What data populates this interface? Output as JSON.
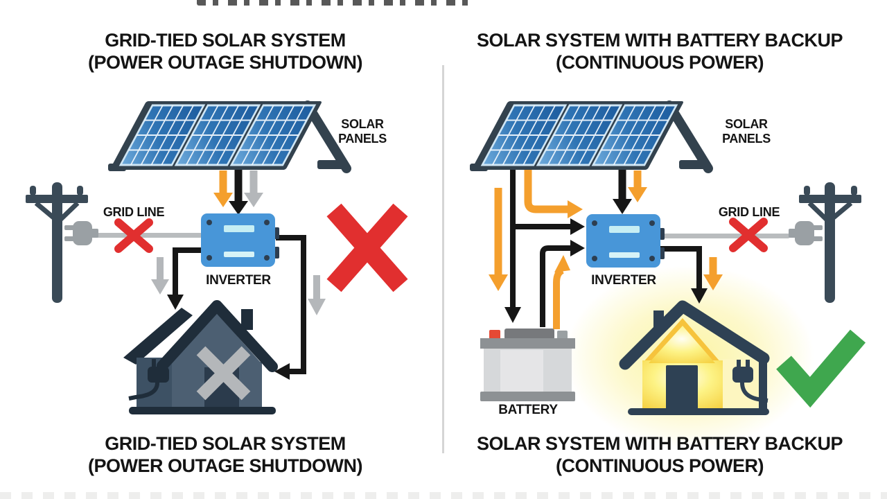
{
  "left": {
    "title_line1": "GRID-TIED SOLAR SYSTEM",
    "title_line2": "(POWER OUTAGE SHUTDOWN)",
    "caption_line1": "GRID-TIED SOLAR SYSTEM",
    "caption_line2": "(POWER OUTAGE SHUTDOWN)",
    "solar_panels_label_line1": "SOLAR",
    "solar_panels_label_line2": "PANELS",
    "grid_line_label": "GRID LINE",
    "inverter_label": "INVERTER",
    "status_icon": "big-red-x",
    "house_status_icon": "gray-x-no-power"
  },
  "right": {
    "title_line1": "SOLAR SYSTEM WITH BATTERY BACKUP",
    "title_line2": "(CONTINUOUS POWER)",
    "caption_line1": "SOLAR SYSTEM WITH BATTERY BACKUP",
    "caption_line2": "(CONTINUOUS POWER)",
    "solar_panels_label_line1": "SOLAR",
    "solar_panels_label_line2": "PANELS",
    "grid_line_label": "GRID LINE",
    "inverter_label": "INVERTER",
    "battery_label": "BATTERY",
    "status_icon": "green-checkmark"
  },
  "colors": {
    "flow_orange": "#F49F2D",
    "flow_black": "#161616",
    "inactive_gray": "#B4B7BA",
    "error_red": "#E12F2F",
    "success_green": "#3FA74E",
    "inverter_blue": "#4896D8",
    "slate_dark": "#33424E",
    "house_dark": "#1F2D3A",
    "house_body": "#4C5F72",
    "navy": "#2E4154",
    "battery_body": "#D6D8DA",
    "battery_band": "#8D9194",
    "divider": "#D5D5D5",
    "wire_gray": "#B9BCBE",
    "text": "#141414"
  }
}
